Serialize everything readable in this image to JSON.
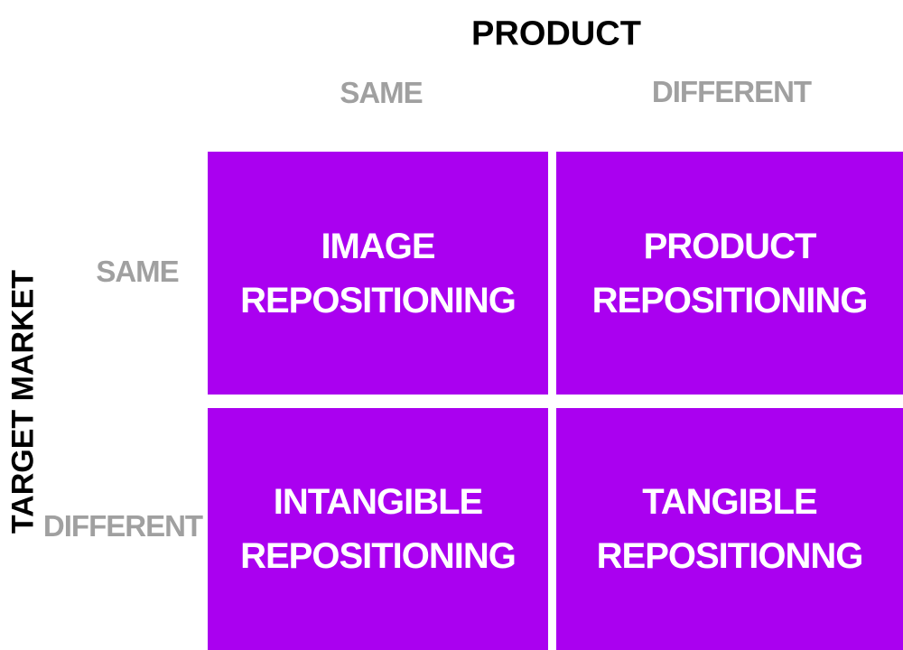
{
  "diagram": {
    "type": "2x2-matrix",
    "x_axis_title": "PRODUCT",
    "y_axis_title": "TARGET MARKET",
    "column_labels": [
      "SAME",
      "DIFFERENT"
    ],
    "row_labels": [
      "SAME",
      "DIFFERENT"
    ],
    "quadrants": [
      {
        "row": "SAME",
        "column": "SAME",
        "lines": [
          "IMAGE",
          "REPOSITIONING"
        ]
      },
      {
        "row": "SAME",
        "column": "DIFFERENT",
        "lines": [
          "PRODUCT",
          "REPOSITIONING"
        ]
      },
      {
        "row": "DIFFERENT",
        "column": "SAME",
        "lines": [
          "INTANGIBLE",
          "REPOSITIONING"
        ]
      },
      {
        "row": "DIFFERENT",
        "column": "DIFFERENT",
        "lines": [
          "TANGIBLE",
          "REPOSITIONNG"
        ]
      }
    ],
    "colors": {
      "background": "#FFFFFF",
      "quadrant_bg": "#AA00F0",
      "quadrant_text_color": "#FFFFFF",
      "axis_title_color": "#000000",
      "axis_label_color": "#A0A0A0"
    }
  }
}
